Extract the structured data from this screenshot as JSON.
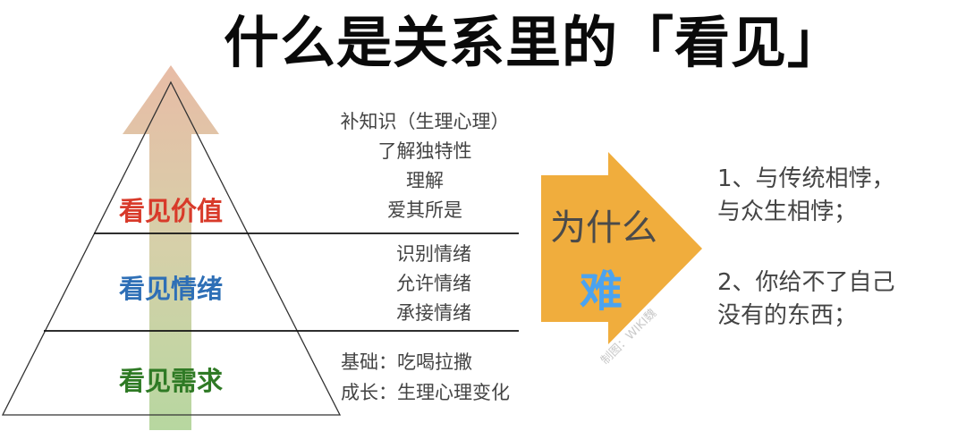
{
  "title": "什么是关系里的「看见」",
  "pyramid": {
    "levels": [
      {
        "label": "看见价值",
        "color": "#d83a2a",
        "descriptions": [
          "补知识（生理心理）",
          "了解独特性",
          "理解",
          "爱其所是"
        ]
      },
      {
        "label": "看见情绪",
        "color": "#2e6fb6",
        "descriptions": [
          "识别情绪",
          "允许情绪",
          "承接情绪"
        ]
      },
      {
        "label": "看见需求",
        "color": "#2f7a25",
        "descriptions": [
          "基础：吃喝拉撒",
          "成长：生理心理变化"
        ]
      }
    ],
    "up_arrow": {
      "top_color": "#e8bca6",
      "middle_color": "#d6d0a9",
      "bottom_color": "#b7d7a0"
    }
  },
  "why_arrow": {
    "line1": "为什么",
    "line2": "难",
    "fill_color": "#f0ad3d",
    "line1_color": "#4a4a4a",
    "line2_color": "#4ba3f0"
  },
  "reasons": {
    "r1_line1": "1、与传统相悖，",
    "r1_line2": "与众生相悖；",
    "r2_line1": "2、你给不了自己",
    "r2_line2": "没有的东西；"
  },
  "watermark": "制图：WIKI魏"
}
